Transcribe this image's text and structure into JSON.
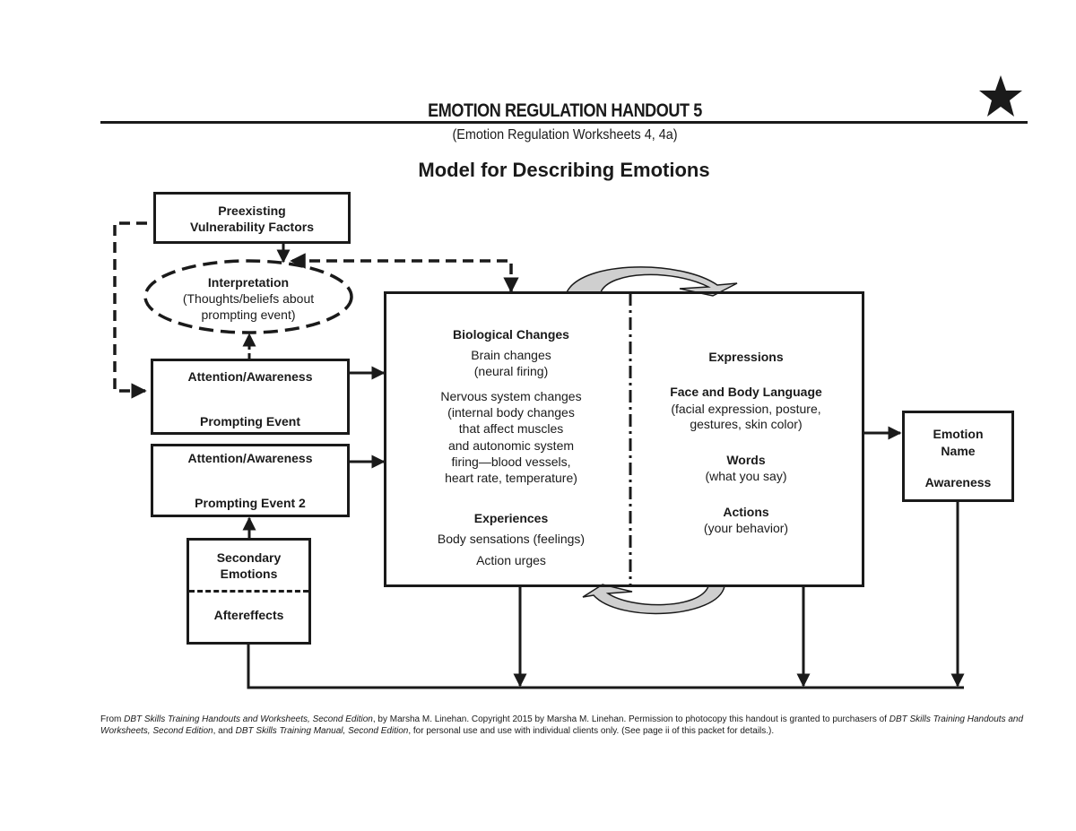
{
  "header": {
    "title": "EMOTION REGULATION HANDOUT 5",
    "subtitle": "(Emotion Regulation Worksheets 4, 4a)",
    "star_icon": "star-icon"
  },
  "diagram": {
    "title": "Model for Describing Emotions",
    "vulnerability": {
      "line1": "Preexisting",
      "line2": "Vulnerability Factors"
    },
    "interpretation": {
      "line1": "Interpretation",
      "line2": "(Thoughts/beliefs about",
      "line3": "prompting event)"
    },
    "box1": {
      "top": "Attention/Awareness",
      "bottom": "Prompting Event"
    },
    "box2": {
      "top": "Attention/Awareness",
      "bottom": "Prompting Event 2"
    },
    "secondary": {
      "line1": "Secondary",
      "line2": "Emotions",
      "after": "Aftereffects"
    },
    "biological": {
      "heading": "Biological Changes",
      "brain1": "Brain changes",
      "brain2": "(neural firing)",
      "nervous": [
        "Nervous system changes",
        "(internal body changes",
        "that affect muscles",
        "and autonomic system",
        "firing—blood vessels,",
        "heart rate, temperature)"
      ],
      "experiences_heading": "Experiences",
      "body": "Body sensations (feelings)",
      "urges": "Action urges"
    },
    "expressions": {
      "heading": "Expressions",
      "face_heading": "Face and Body Language",
      "face": [
        "(facial expression, posture,",
        "gestures, skin color)"
      ],
      "words_heading": "Words",
      "words": "(what you say)",
      "actions_heading": "Actions",
      "actions": "(your behavior)"
    },
    "emotion_name": {
      "line1": "Emotion",
      "line2": "Name",
      "awareness": "Awareness"
    }
  },
  "footer": {
    "p1": "From ",
    "book1": "DBT Skills Training Handouts and Worksheets, Second Edition",
    "p2": ", by Marsha M. Linehan. Copyright 2015 by Marsha M. Linehan. Permission to photocopy this handout is granted to purchasers of ",
    "book2": "DBT Skills Training Handouts and Worksheets, Second Edition",
    "p3": ", and ",
    "book3": "DBT Skills Training Manual, Second Edition",
    "p4": ", for personal use and use with individual clients only. (See page ii of this packet for details.)."
  }
}
